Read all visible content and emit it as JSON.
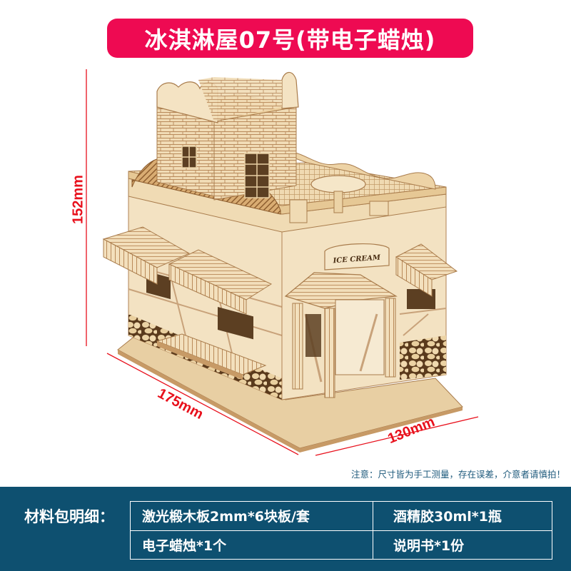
{
  "header": {
    "title": "冰淇淋屋07号(带电子蜡烛)",
    "background_color": "#ee0a52"
  },
  "product_image": {
    "subject": "laser-cut plywood ice cream shop 3D puzzle model",
    "sign_text": "ICE CREAM"
  },
  "dimensions": {
    "height": "152mm",
    "length": "175mm",
    "width": "130mm",
    "line_color": "#e8101c"
  },
  "notice": "注意：尺寸皆为手工测量，存在误差，介意者请慎拍！",
  "materials": {
    "label": "材料包明细：",
    "band_color": "#0e5070",
    "rows": [
      [
        "激光椴木板2mm*6块板/套",
        "酒精胶30ml*1瓶"
      ],
      [
        "电子蜡烛*1个",
        "说明书*1份"
      ]
    ]
  }
}
